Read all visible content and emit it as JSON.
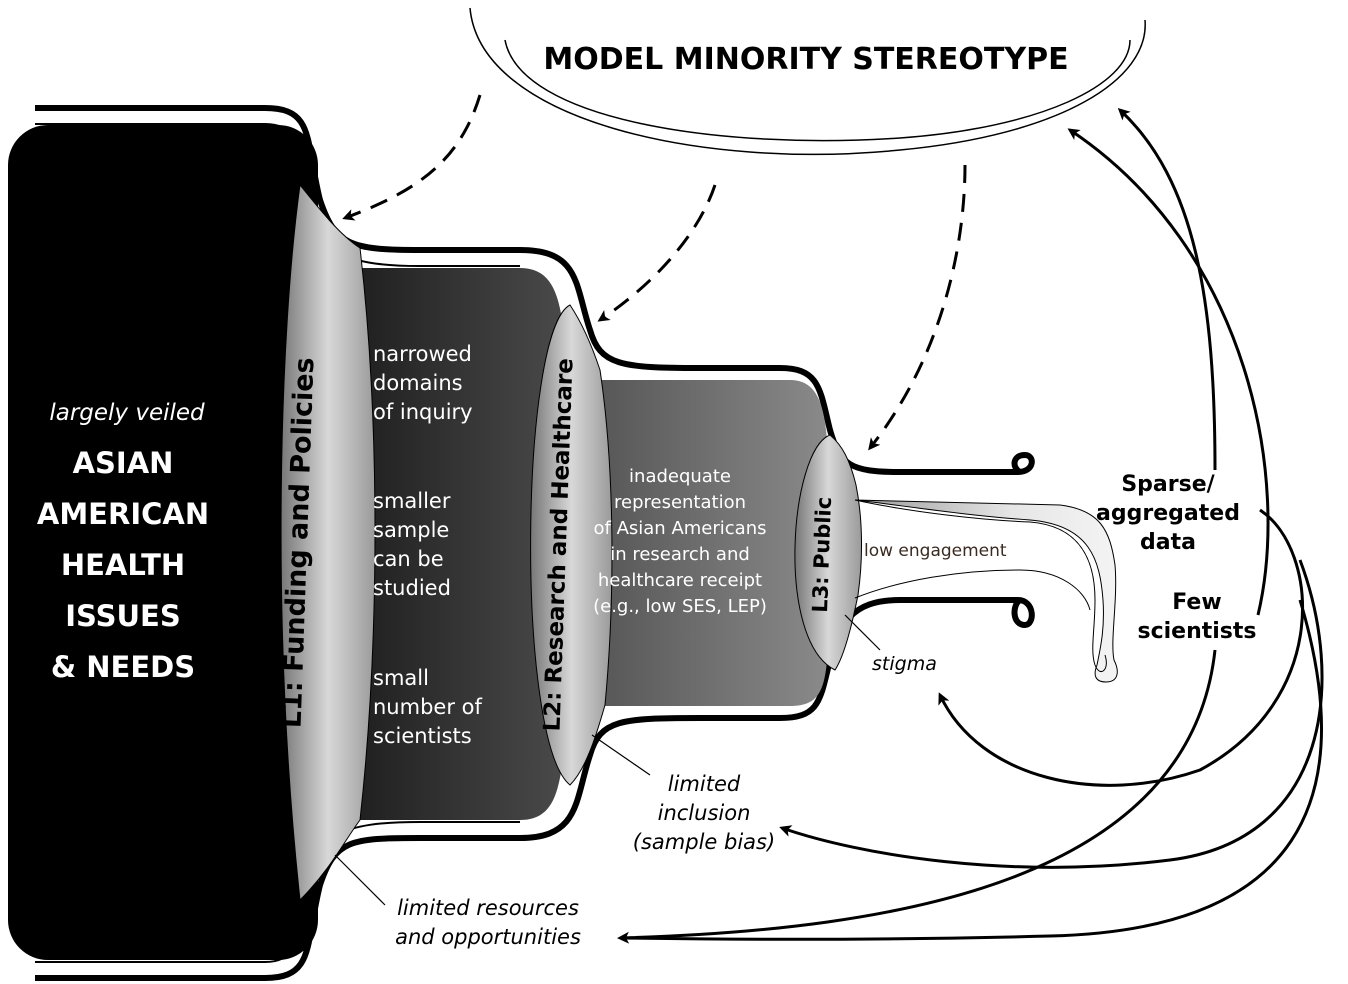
{
  "header": {
    "title": "MODEL MINORITY STEREOTYPE"
  },
  "left_block": {
    "subtitle": "largely veiled",
    "lines": [
      "ASIAN",
      "AMERICAN",
      "HEALTH",
      "ISSUES",
      "& NEEDS"
    ]
  },
  "levels": {
    "l1": "L1: Funding and Policies",
    "l2": "L2: Research and Healthcare",
    "l3": "L3: Public"
  },
  "l1_notes": {
    "a": [
      "narrowed",
      "domains",
      "of inquiry"
    ],
    "b": [
      "smaller",
      "sample",
      "can be",
      "studied"
    ],
    "c": [
      "small",
      "number of",
      "scientists"
    ]
  },
  "l2_note": [
    "inadequate",
    "representation",
    "of Asian Americans",
    "in research and",
    "healthcare receipt",
    "(e.g., low SES, LEP)"
  ],
  "l3_note": "low engagement",
  "callouts": {
    "stigma": "stigma",
    "limited_inclusion": [
      "limited",
      "inclusion",
      "(sample bias)"
    ],
    "limited_resources": [
      "limited resources",
      "and opportunities"
    ]
  },
  "right_labels": {
    "sparse": [
      "Sparse/",
      "aggregated",
      "data"
    ],
    "few": [
      "Few",
      "scientists"
    ]
  }
}
